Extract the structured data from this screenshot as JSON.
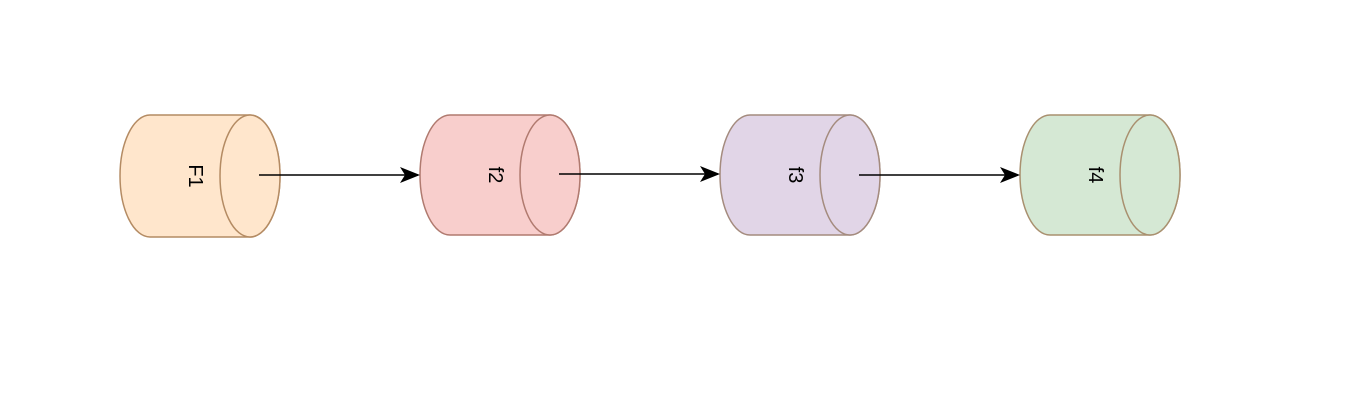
{
  "diagram": {
    "nodes": [
      {
        "id": "f1",
        "label": "F1",
        "fill": "#ffe6cc",
        "stroke": "#b48b63"
      },
      {
        "id": "f2",
        "label": "f2",
        "fill": "#f8cecc",
        "stroke": "#b07a6f"
      },
      {
        "id": "f3",
        "label": "f3",
        "fill": "#e1d5e7",
        "stroke": "#a48b7e"
      },
      {
        "id": "f4",
        "label": "f4",
        "fill": "#d5e8d4",
        "stroke": "#a9906f"
      }
    ],
    "edges": [
      {
        "from": "f1",
        "to": "f2"
      },
      {
        "from": "f2",
        "to": "f3"
      },
      {
        "from": "f3",
        "to": "f4"
      }
    ],
    "edge_color": "#000000"
  }
}
